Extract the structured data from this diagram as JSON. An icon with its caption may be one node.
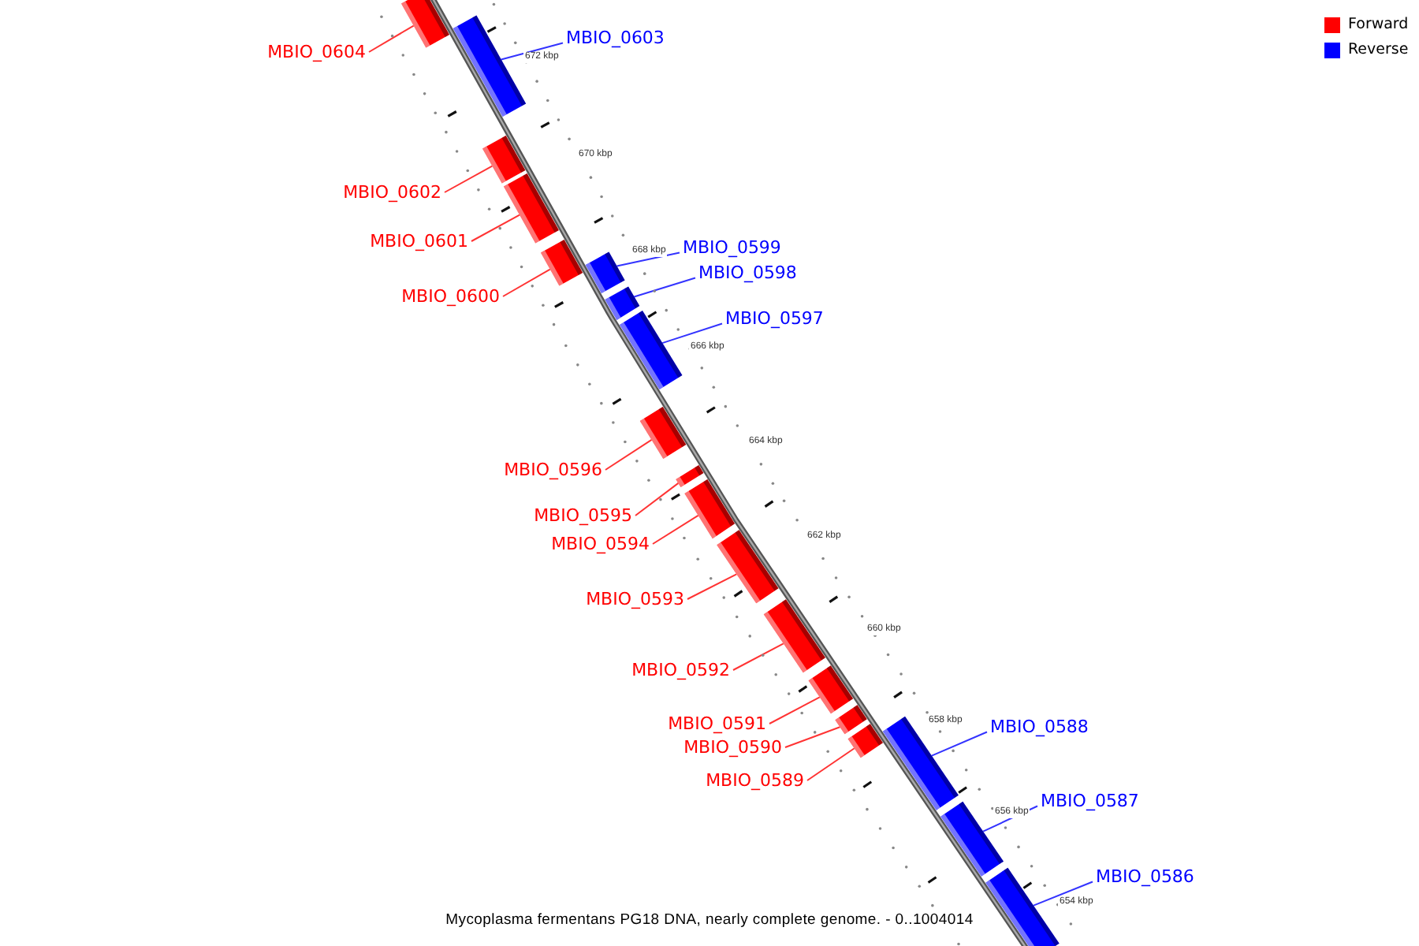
{
  "diagram": {
    "caption": "Mycoplasma fermentans PG18 DNA, nearly complete genome. - 0..1004014",
    "nodes": [
      {
        "text": [
          "MBIO_0604"
        ]
      },
      {
        "text": [],
        "shape": "bar"
      },
      {
        "text": [
          "MBIO_0603"
        ]
      },
      {
        "text": [],
        "shape": "bar"
      },
      {
        "text": [
          "MBIO_0602"
        ]
      },
      {
        "text": [],
        "shape": "bar"
      },
      {
        "text": [
          "MBIO_0601"
        ]
      },
      {
        "text": [],
        "shape": "bar"
      },
      {
        "text": [
          "MBIO_0600"
        ]
      },
      {
        "text": [],
        "shape": "bar"
      },
      {
        "text": [
          "MBIO_0599"
        ]
      },
      {
        "text": [],
        "shape": "bar"
      },
      {
        "text": [
          "MBIO_0598"
        ]
      },
      {
        "text": [],
        "shape": "bar"
      },
      {
        "text": [
          "MBIO_0597"
        ]
      },
      {
        "text": [],
        "shape": "bar"
      },
      {
        "text": [
          "MBIO_0596"
        ]
      },
      {
        "text": [],
        "shape": "bar"
      },
      {
        "text": [
          "MBIO_0595"
        ]
      },
      {
        "text": [],
        "shape": "bar"
      },
      {
        "text": [
          "MBIO_0594"
        ]
      },
      {
        "text": [],
        "shape": "bar"
      },
      {
        "text": [
          "MBIO_0593"
        ]
      },
      {
        "text": [],
        "shape": "bar"
      },
      {
        "text": [
          "MBIO_0592"
        ]
      },
      {
        "text": [],
        "shape": "bar"
      },
      {
        "text": [
          "MBIO_0591"
        ]
      },
      {
        "text": [],
        "shape": "bar"
      },
      {
        "text": [
          "MBIO_0590"
        ]
      },
      {
        "text": [],
        "shape": "bar"
      },
      {
        "text": [
          "MBIO_0589"
        ]
      },
      {
        "text": [],
        "shape": "bar"
      },
      {
        "text": [
          "MBIO_0588"
        ]
      },
      {
        "text": [],
        "shape": "bar"
      },
      {
        "text": [
          "MBIO_0587"
        ]
      },
      {
        "text": [],
        "shape": "bar"
      },
      {
        "text": [
          "MBIO_0586"
        ]
      },
      {
        "text": [],
        "shape": "bar"
      }
    ],
    "edges": [
      {
        "from": 0,
        "to": 1,
        "arrow": "none"
      },
      {
        "from": 2,
        "to": 3,
        "arrow": "none",
        "color": "#0000ff"
      },
      {
        "from": 4,
        "to": 5,
        "arrow": "none"
      },
      {
        "from": 6,
        "to": 7,
        "arrow": "none"
      },
      {
        "from": 8,
        "to": 9,
        "arrow": "none"
      },
      {
        "from": 10,
        "to": 11,
        "arrow": "none",
        "color": "#0000ff"
      },
      {
        "from": 12,
        "to": 13,
        "arrow": "none",
        "color": "#0000ff"
      },
      {
        "from": 14,
        "to": 15,
        "arrow": "none",
        "color": "#0000ff"
      },
      {
        "from": 16,
        "to": 17,
        "arrow": "none"
      },
      {
        "from": 18,
        "to": 19,
        "arrow": "none"
      },
      {
        "from": 20,
        "to": 21,
        "arrow": "none"
      },
      {
        "from": 22,
        "to": 23,
        "arrow": "none"
      },
      {
        "from": 24,
        "to": 25,
        "arrow": "none"
      },
      {
        "from": 26,
        "to": 27,
        "arrow": "none"
      },
      {
        "from": 28,
        "to": 29,
        "arrow": "none"
      },
      {
        "from": 30,
        "to": 31,
        "arrow": "none"
      },
      {
        "from": 32,
        "to": 33,
        "arrow": "none",
        "color": "#0000ff"
      },
      {
        "from": 34,
        "to": 35,
        "arrow": "none",
        "color": "#0000ff"
      },
      {
        "from": 36,
        "to": 37,
        "arrow": "none",
        "color": "#0000ff"
      }
    ],
    "labels": [
      "672 kbp",
      "670 kbp",
      "668 kbp",
      "666 kbp",
      "664 kbp",
      "662 kbp",
      "660 kbp",
      "658 kbp",
      "656 kbp",
      "654 kbp"
    ],
    "legend": [
      {
        "text": "Forward",
        "color": "#ff0000"
      },
      {
        "text": "Reverse",
        "color": "#0000ff"
      }
    ]
  }
}
